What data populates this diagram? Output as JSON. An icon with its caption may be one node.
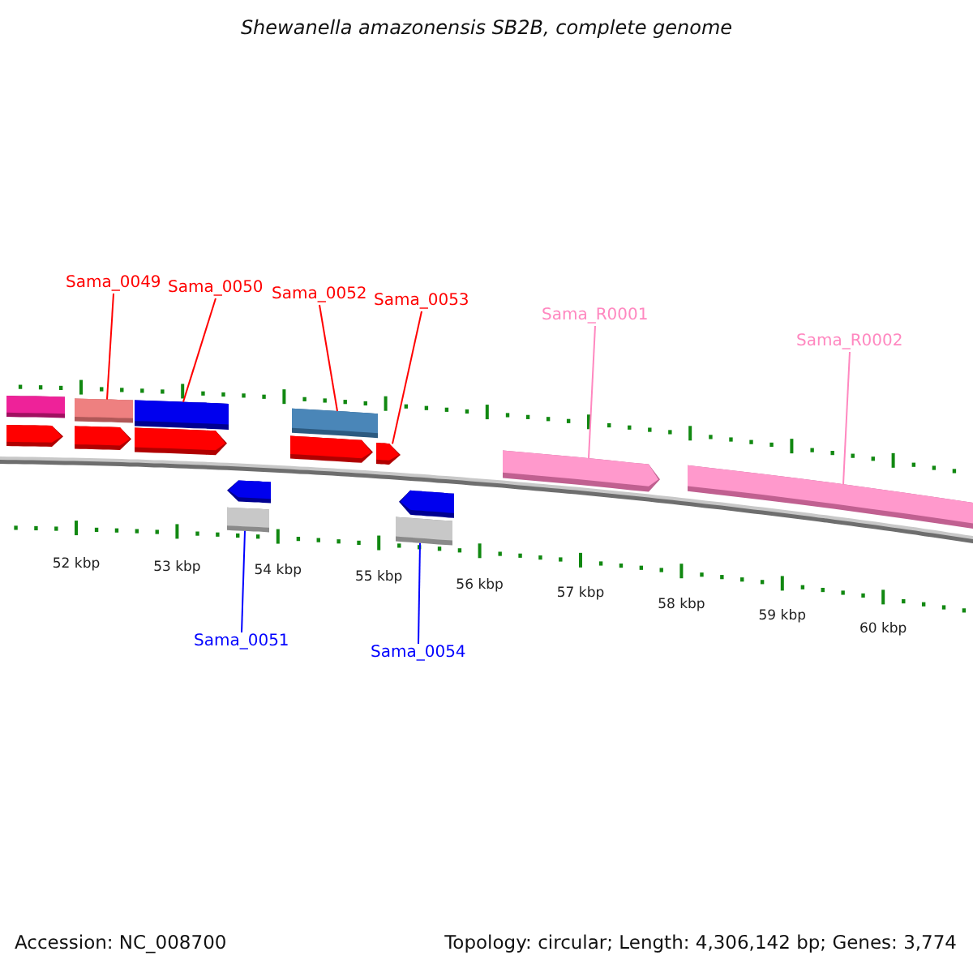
{
  "diagram": {
    "title": "Shewanella amazonensis SB2B, complete genome",
    "nodes": [
      {
        "text": [
          "Sama_0049"
        ]
      },
      {
        "text": [
          "Sama_0050"
        ]
      },
      {
        "text": [
          "Sama_0052"
        ]
      },
      {
        "text": [
          "Sama_0053"
        ]
      },
      {
        "text": [
          "Sama_R0001"
        ]
      },
      {
        "text": [
          "Sama_R0002"
        ]
      },
      {
        "text": [
          "Sama_0051"
        ]
      },
      {
        "text": [
          "Sama_0054"
        ]
      },
      {
        "text": [],
        "shape": "bar"
      },
      {
        "text": [],
        "shape": "arrow"
      },
      {
        "text": [],
        "shape": "bar"
      },
      {
        "text": [],
        "shape": "arrow"
      },
      {
        "text": [],
        "shape": "bar"
      },
      {
        "text": [],
        "shape": "arrow"
      },
      {
        "text": [],
        "shape": "arrow"
      },
      {
        "text": [],
        "shape": "bar"
      },
      {
        "text": [],
        "shape": "bar"
      },
      {
        "text": [],
        "shape": "arrow"
      },
      {
        "text": [],
        "shape": "arrow"
      },
      {
        "text": [],
        "shape": "arrow"
      },
      {
        "text": [],
        "shape": "bar"
      },
      {
        "text": [],
        "shape": "arrow"
      },
      {
        "text": [],
        "shape": "bar"
      }
    ],
    "edges": [
      {
        "from": 0,
        "to": 10,
        "arrow": "none"
      },
      {
        "from": 1,
        "to": 12,
        "arrow": "none"
      },
      {
        "from": 2,
        "to": 16,
        "arrow": "none"
      },
      {
        "from": 3,
        "to": 18,
        "arrow": "none"
      },
      {
        "from": 4,
        "to": 21,
        "arrow": "none",
        "color": "#ff88c0"
      },
      {
        "from": 5,
        "to": 22,
        "arrow": "none",
        "color": "#ff88c0"
      },
      {
        "from": 6,
        "to": 15,
        "arrow": "none",
        "color": "#0000ff"
      },
      {
        "from": 7,
        "to": 20,
        "arrow": "none",
        "color": "#0000ff"
      }
    ],
    "labels": [
      "52 kbp",
      "53 kbp",
      "54 kbp",
      "55 kbp",
      "56 kbp",
      "57 kbp",
      "58 kbp",
      "59 kbp",
      "60 kbp",
      "Accession: NC_008700",
      "Topology: circular; Length: 4,306,142 bp; Genes: 3,774"
    ]
  }
}
